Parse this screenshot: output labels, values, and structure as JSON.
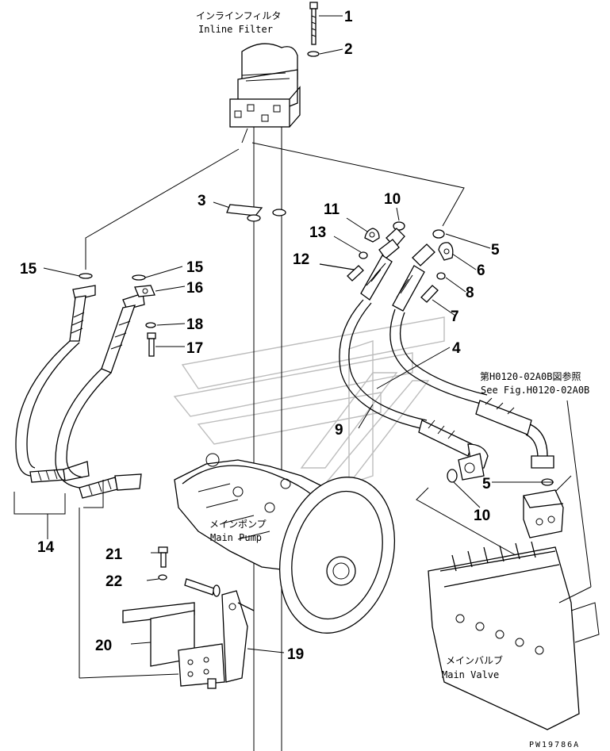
{
  "labels": {
    "inline_filter_jp": "インラインフィルタ",
    "inline_filter_en": "Inline Filter",
    "main_pump_jp": "メインポンプ",
    "main_pump_en": "Main Pump",
    "main_valve_jp": "メインバルブ",
    "main_valve_en": "Main Valve",
    "ref_jp": "第H0120-02A0B図参照",
    "ref_en": "See Fig.H0120-02A0B",
    "drawing_code": "PW19786A"
  },
  "callouts": [
    "1",
    "2",
    "3",
    "4",
    "5",
    "5",
    "6",
    "7",
    "8",
    "9",
    "10",
    "10",
    "11",
    "12",
    "13",
    "14",
    "15",
    "15",
    "16",
    "17",
    "18",
    "19",
    "20",
    "21",
    "22"
  ]
}
